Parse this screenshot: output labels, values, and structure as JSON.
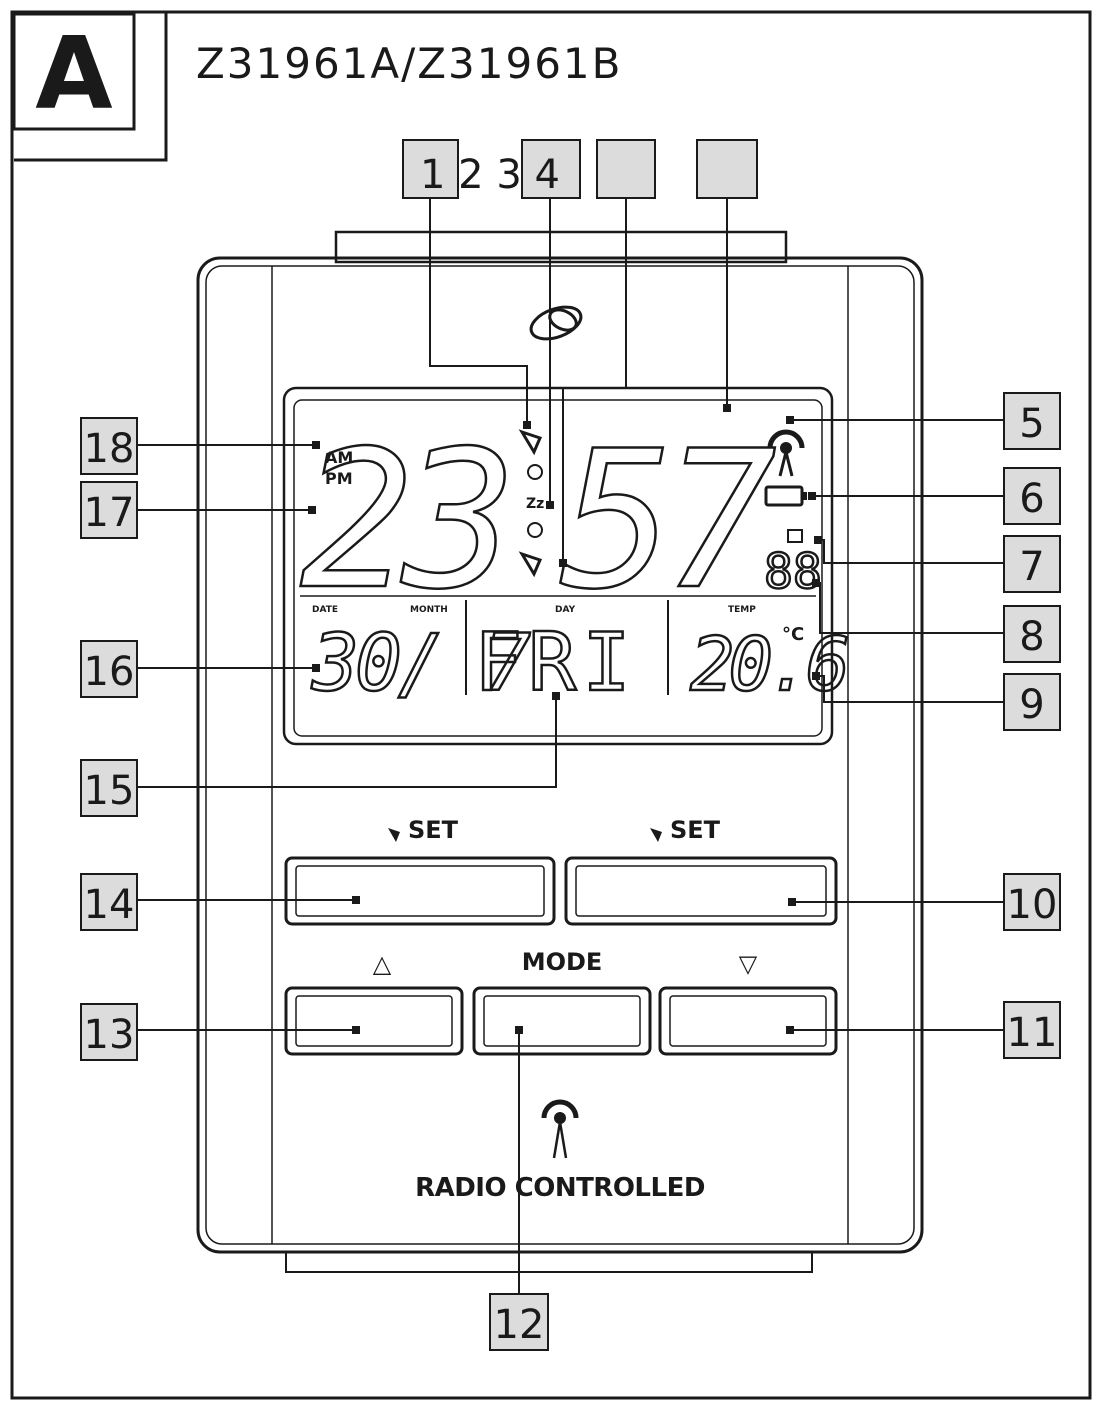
{
  "figure": {
    "letter": "A",
    "model": "Z31961A/Z31961B",
    "top_numbers": "1 2 3 4"
  },
  "lcd": {
    "time": "2357",
    "ampm": [
      "AM",
      "PM"
    ],
    "zz": "Zz",
    "date_header": "DATE",
    "month_header": "MONTH",
    "day_header": "DAY",
    "temp_header": "TEMP",
    "date_value": "30/ 7",
    "day_value": "FRI",
    "temp_value": "20.6",
    "temp_unit": "°C"
  },
  "buttons": {
    "alarm_set_left": "SET",
    "alarm_set_right": "SET",
    "up": "△",
    "mode": "MODE",
    "down": "▽"
  },
  "device": {
    "radio_label": "RADIO CONTROLLED"
  },
  "callouts": [
    "5",
    "6",
    "7",
    "8",
    "9",
    "10",
    "11",
    "12",
    "13",
    "14",
    "15",
    "16",
    "17",
    "18"
  ]
}
